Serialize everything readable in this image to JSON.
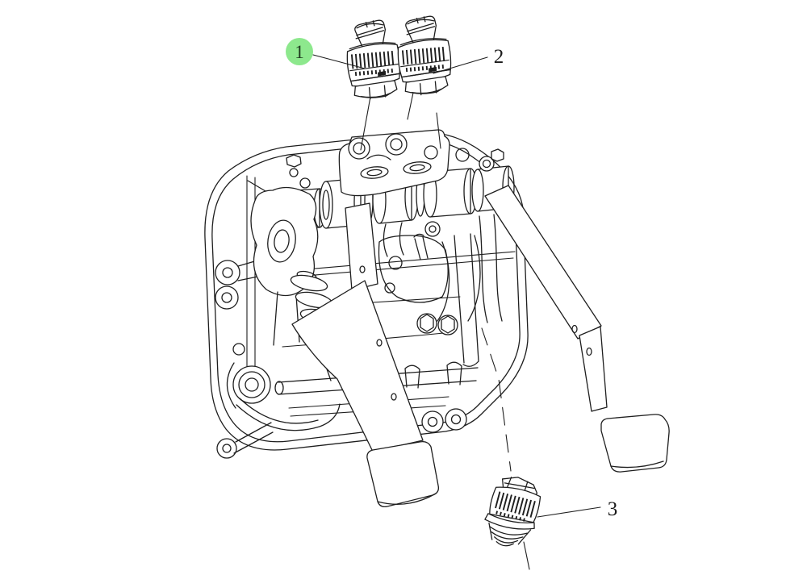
{
  "diagram": {
    "kind": "exploded-parts-line-drawing",
    "subject": "pedal-bracket-assembly-with-switches",
    "background_color": "#ffffff",
    "line_color": "#1e1e1e",
    "selected_callout": "1",
    "callouts": [
      {
        "label": "1",
        "highlighted": true,
        "highlight_color": "#8de88d"
      },
      {
        "label": "2",
        "highlighted": false
      },
      {
        "label": "3",
        "highlighted": false
      }
    ],
    "drawn_parts": [
      "switch-sensor-upper-left",
      "switch-sensor-upper-right",
      "switch-sensor-lower",
      "pedal-bracket-plate",
      "left-pedal-arm-and-pad",
      "right-pedal-arm-and-pad",
      "pivot-shaft-hubs",
      "return-spring"
    ]
  }
}
